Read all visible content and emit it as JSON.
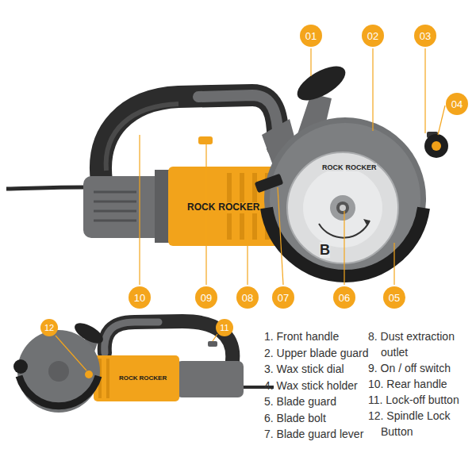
{
  "diagram": {
    "nodes": [
      {
        "text": [
          "01"
        ]
      },
      {
        "text": [
          "02"
        ]
      },
      {
        "text": [
          "03"
        ]
      },
      {
        "text": [
          "04"
        ]
      },
      {
        "text": [
          "10"
        ]
      },
      {
        "text": [
          "09"
        ]
      },
      {
        "text": [
          "08"
        ]
      },
      {
        "text": [
          "07"
        ]
      },
      {
        "text": [
          "06"
        ]
      },
      {
        "text": [
          "05"
        ]
      },
      {
        "text": [
          "12"
        ]
      },
      {
        "text": [
          "11"
        ]
      }
    ],
    "labels": [
      "ROCK",
      "ROCKER",
      "ROCK",
      "ROCKER",
      "B",
      "ROCK",
      "ROCKER",
      "1. Front handle",
      "2. Upper blade guard",
      "3. Wax stick dial",
      "4. Wax stick holder",
      "5. Blade guard",
      "6. Blade bolt",
      "7. Blade guard lever",
      "8. Dust extraction outlet",
      "9. On / off switch",
      "10. Rear handle",
      "11. Lock-off button",
      "12. Spindle Lock Button"
    ]
  }
}
